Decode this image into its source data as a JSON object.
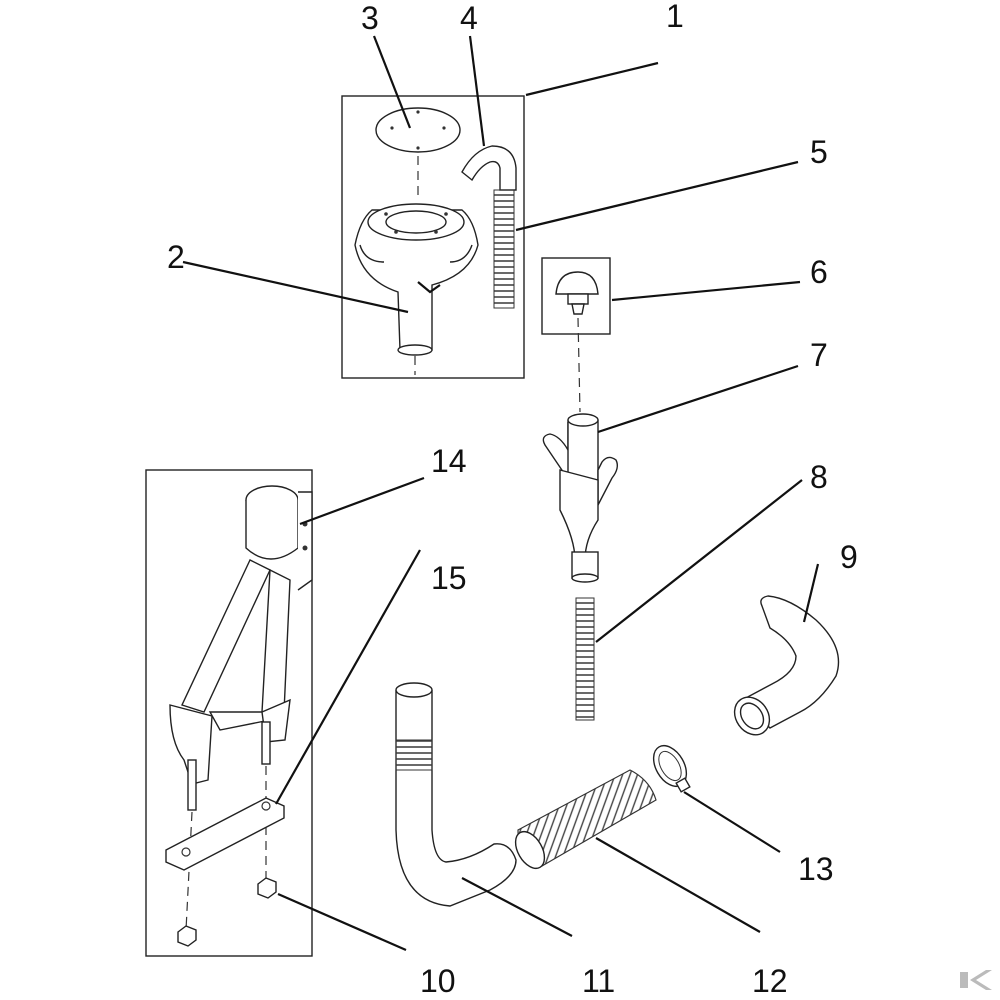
{
  "callouts": {
    "c1": "1",
    "c2": "2",
    "c3": "3",
    "c4": "4",
    "c5": "5",
    "c6": "6",
    "c7": "7",
    "c8": "8",
    "c9": "9",
    "c10": "10",
    "c11": "11",
    "c12": "12",
    "c13": "13",
    "c14": "14",
    "c15": "15"
  },
  "colors": {
    "ink": "#111111",
    "paper": "#ffffff",
    "watermark": "#bbbbbb"
  },
  "icons": {
    "corner_mark": "k-logo-icon"
  }
}
